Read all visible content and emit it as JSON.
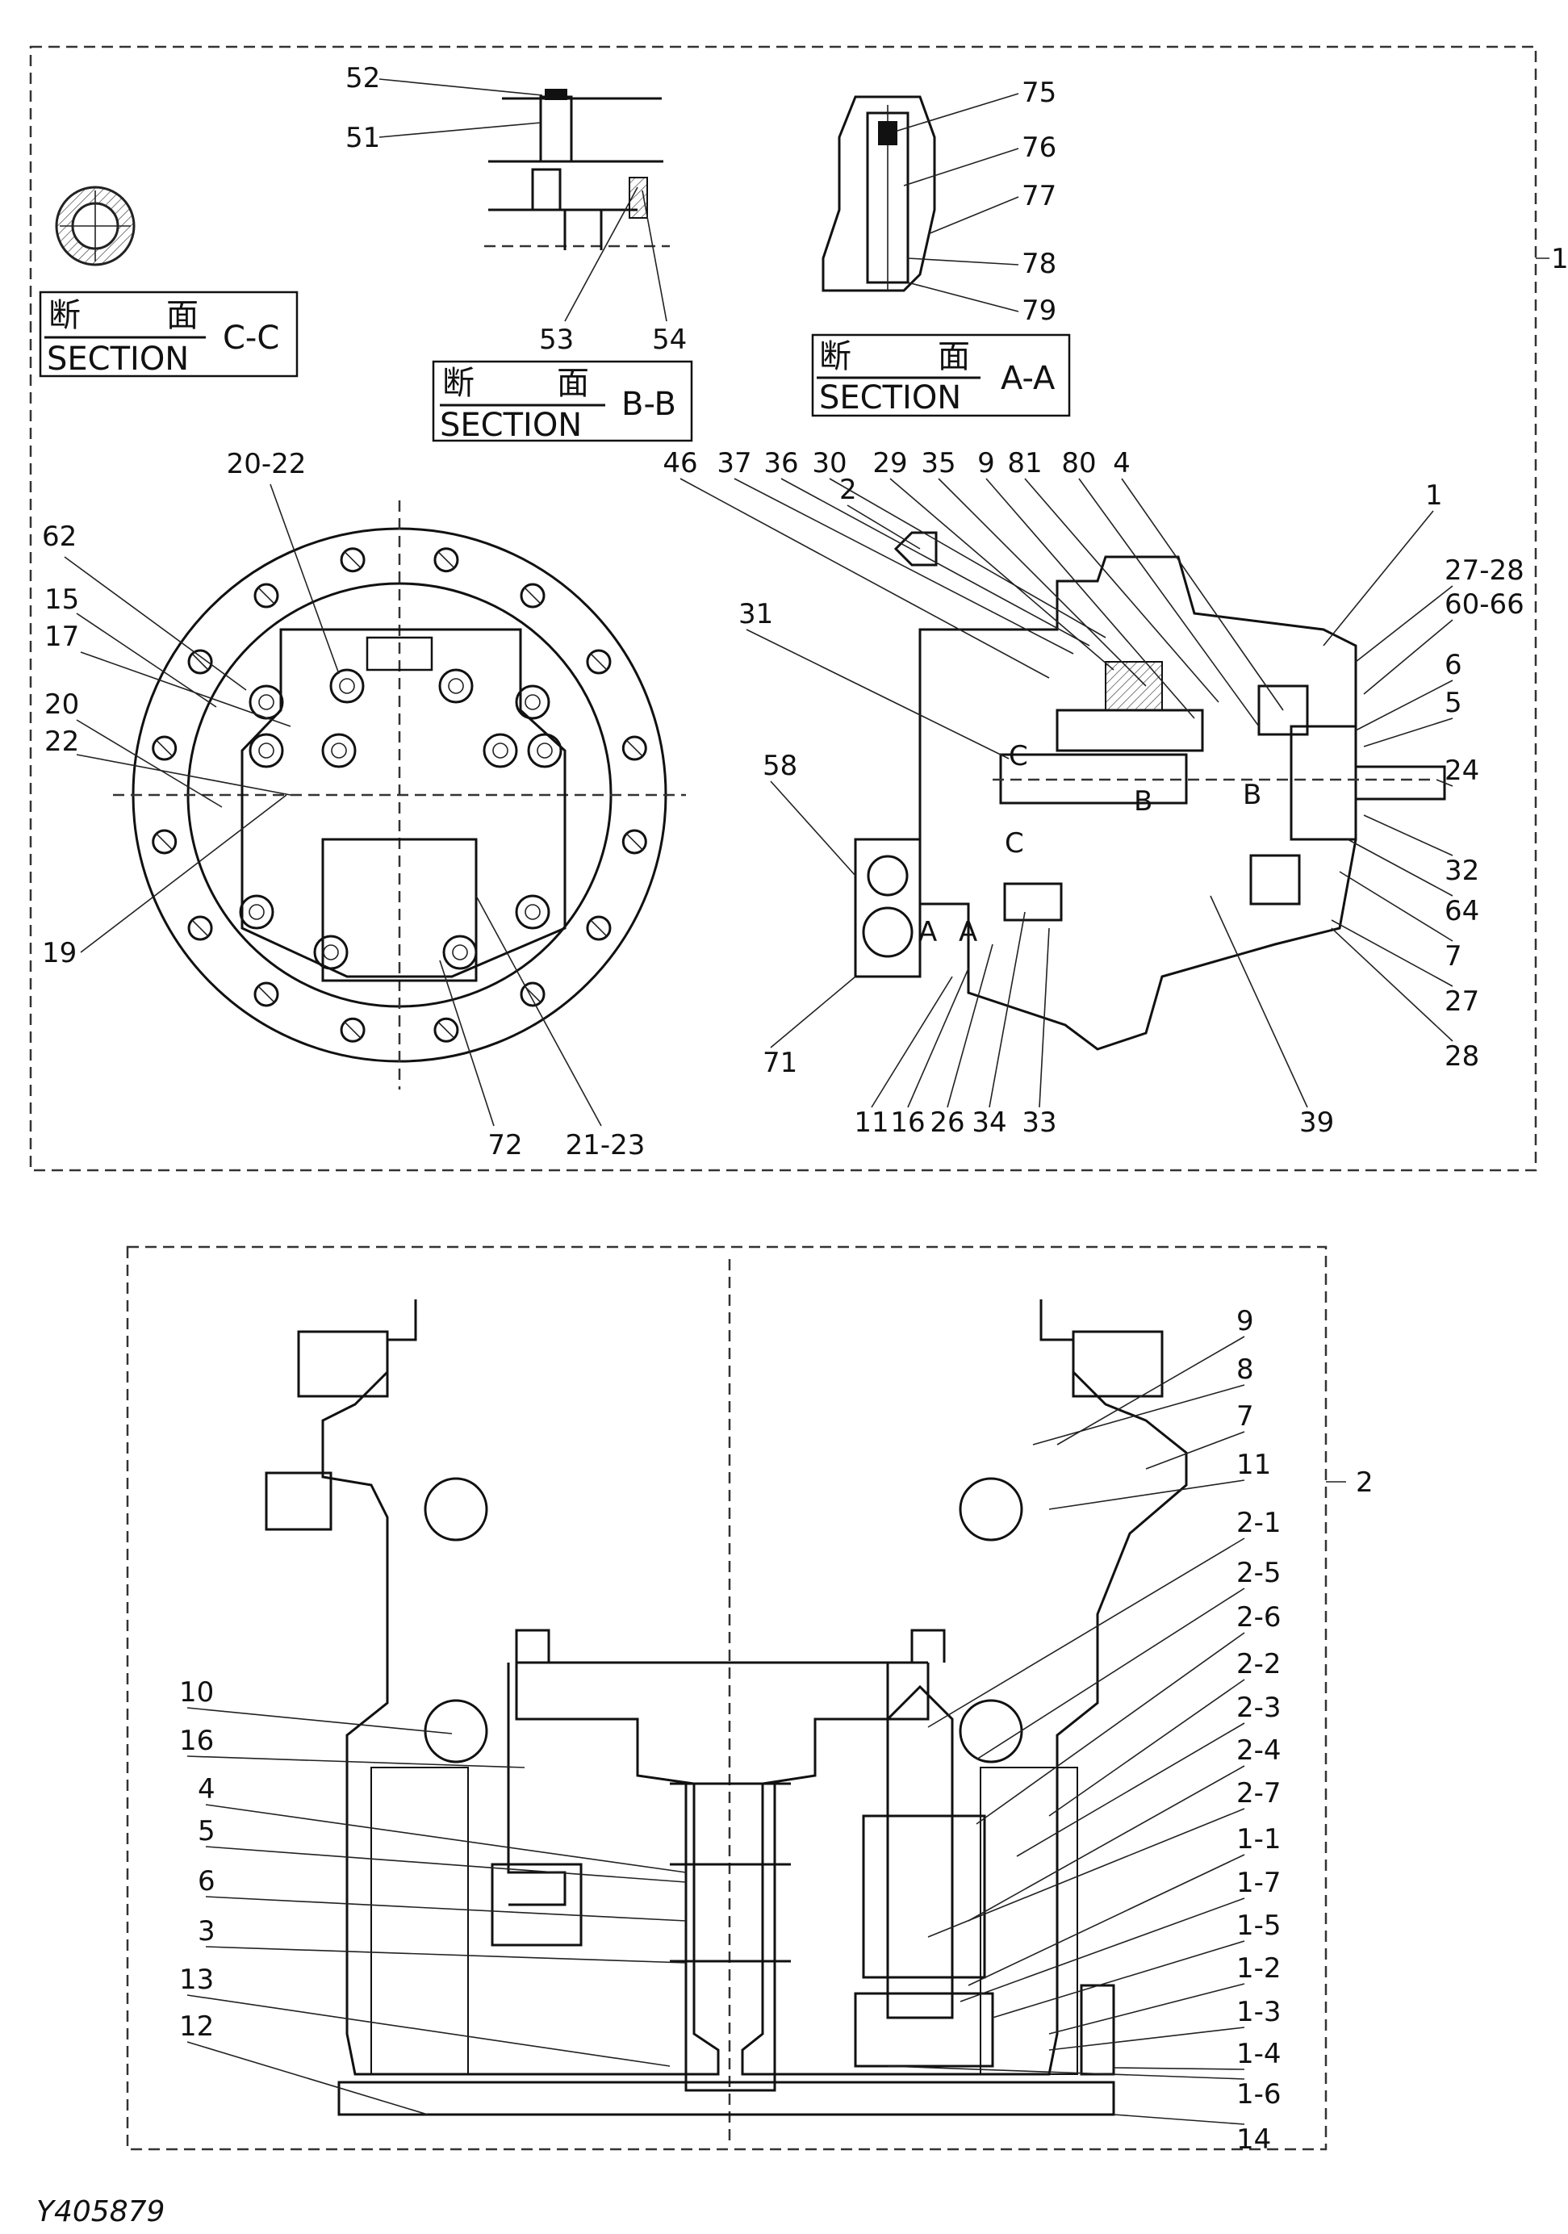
{
  "figure_code": "Y405879",
  "top_section": {
    "callout": "1",
    "section_cc": {
      "kanji_1": "断",
      "kanji_2": "面",
      "word": "SECTION",
      "suffix": "C-C"
    },
    "section_bb": {
      "kanji_1": "断",
      "kanji_2": "面",
      "word": "SECTION",
      "suffix": "B-B",
      "labels": [
        "52",
        "51",
        "53",
        "54"
      ]
    },
    "section_aa": {
      "kanji_1": "断",
      "kanji_2": "面",
      "word": "SECTION",
      "suffix": "A-A",
      "labels": [
        "75",
        "76",
        "77",
        "78",
        "79"
      ]
    },
    "front_view_labels": [
      "20-22",
      "62",
      "15",
      "17",
      "20",
      "22",
      "19",
      "72",
      "21-23"
    ],
    "side_view_labels": {
      "top_row": [
        "46",
        "37",
        "36",
        "30",
        "29",
        "35",
        "9",
        "81",
        "80",
        "4"
      ],
      "others": [
        "2",
        "1",
        "31",
        "27-28",
        "60-66",
        "6",
        "5",
        "24",
        "58",
        "32",
        "64",
        "7",
        "27",
        "28",
        "71",
        "39"
      ],
      "bottom_row": [
        "11",
        "16",
        "26",
        "34",
        "33"
      ],
      "section_marks": [
        "C",
        "C",
        "A",
        "A",
        "B",
        "B"
      ]
    }
  },
  "bottom_section": {
    "callout": "2",
    "left_labels": [
      "10",
      "16",
      "4",
      "5",
      "6",
      "3",
      "13",
      "12"
    ],
    "right_labels": [
      "9",
      "8",
      "7",
      "11",
      "2-1",
      "2-5",
      "2-6",
      "2-2",
      "2-3",
      "2-4",
      "2-7",
      "1-1",
      "1-7",
      "1-5",
      "1-2",
      "1-3",
      "1-4",
      "1-6",
      "14"
    ]
  }
}
